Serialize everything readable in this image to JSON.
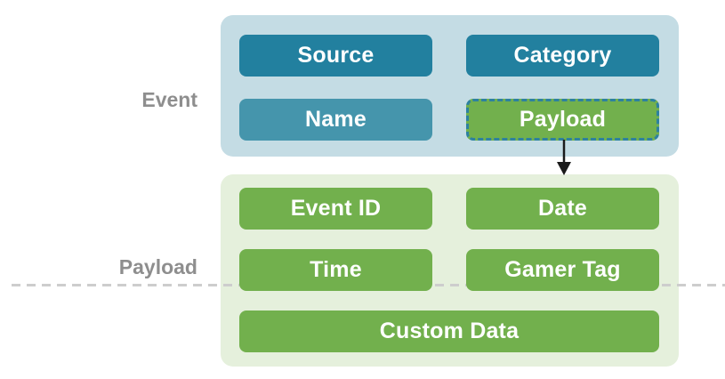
{
  "groups": {
    "event": {
      "label": "Event",
      "boxes": {
        "source": "Source",
        "category": "Category",
        "name": "Name",
        "payload": "Payload"
      }
    },
    "payload": {
      "label": "Payload",
      "boxes": {
        "event_id": "Event ID",
        "date": "Date",
        "time": "Time",
        "gamer_tag": "Gamer Tag",
        "custom_data": "Custom Data"
      }
    }
  },
  "colors": {
    "event_container_bg": "#c4dce4",
    "payload_container_bg": "#e5f0dc",
    "field_teal_dark": "#22809f",
    "field_teal": "#4595ac",
    "field_green": "#72b04d",
    "payload_field_border": "#2d81a0",
    "field_label_text": "#ffffff",
    "group_label_text": "#8e8e8e",
    "divider_dash": "#cdcdcd",
    "arrow": "#1a1a1a"
  }
}
